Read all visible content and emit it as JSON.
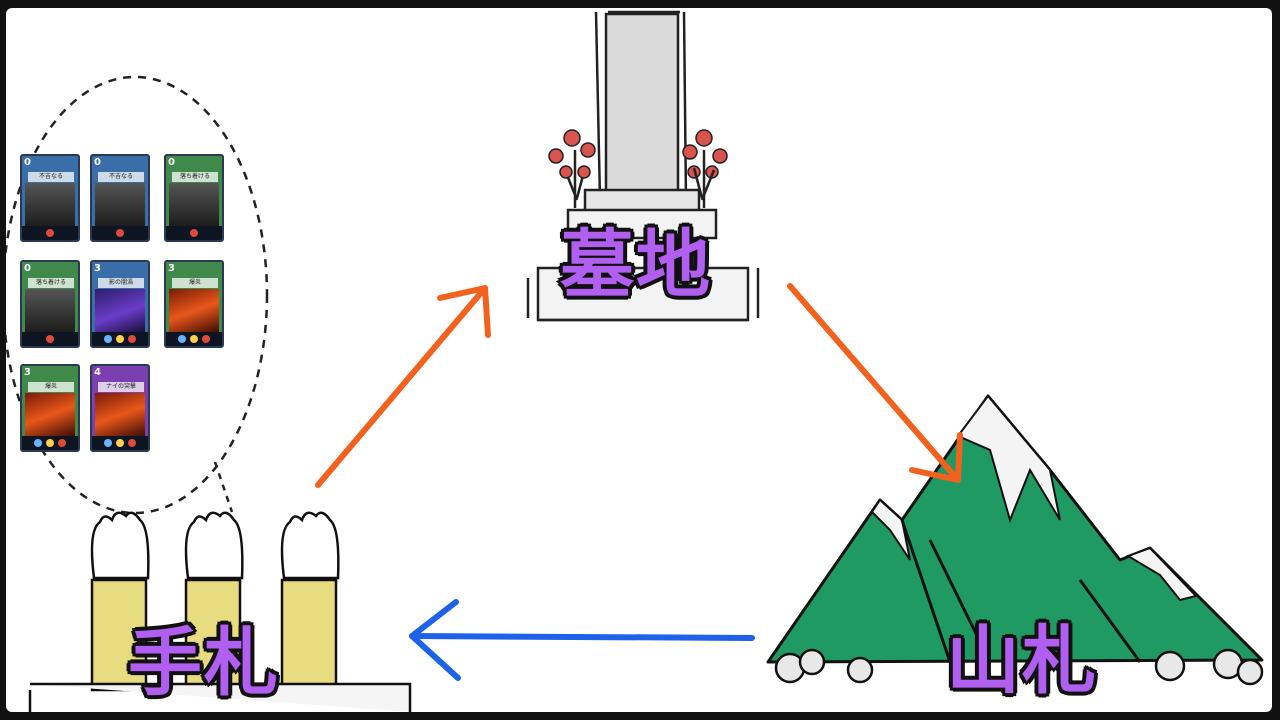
{
  "zones": {
    "graveyard": {
      "label": "墓地"
    },
    "hand": {
      "label": "手札"
    },
    "deck": {
      "label": "山札"
    }
  },
  "colors": {
    "label_fill": "#b15ff0",
    "label_outline": "#111111",
    "arrow_orange": "#f2621e",
    "arrow_blue": "#1d62e8",
    "mountain_green": "#1f9a62",
    "sleeve_yellow": "#e7dc7f",
    "tombstone_gray": "#dadada",
    "flower_red": "#d9534f"
  },
  "arrows": [
    {
      "name": "hand-to-graveyard",
      "color": "orange",
      "icon": "arrow-up-right-icon"
    },
    {
      "name": "graveyard-to-deck",
      "color": "orange",
      "icon": "arrow-down-right-icon"
    },
    {
      "name": "deck-to-hand",
      "color": "blue",
      "icon": "arrow-left-icon"
    }
  ],
  "hand_cards": [
    {
      "cost": "0",
      "title": "不吉なる",
      "frame": "blue",
      "art": "gray"
    },
    {
      "cost": "0",
      "title": "不吉なる",
      "frame": "blue",
      "art": "gray"
    },
    {
      "cost": "0",
      "title": "落ち着ける",
      "frame": "green",
      "art": "gray"
    },
    {
      "cost": "0",
      "title": "落ち着ける",
      "frame": "green",
      "art": "gray"
    },
    {
      "cost": "3",
      "title": "影の闇渦",
      "frame": "blue",
      "art": "purple"
    },
    {
      "cost": "3",
      "title": "爆炎",
      "frame": "green",
      "art": "fire"
    },
    {
      "cost": "3",
      "title": "爆炎",
      "frame": "green",
      "art": "fire"
    },
    {
      "cost": "4",
      "title": "ナイの突撃",
      "frame": "purple",
      "art": "fire"
    }
  ]
}
